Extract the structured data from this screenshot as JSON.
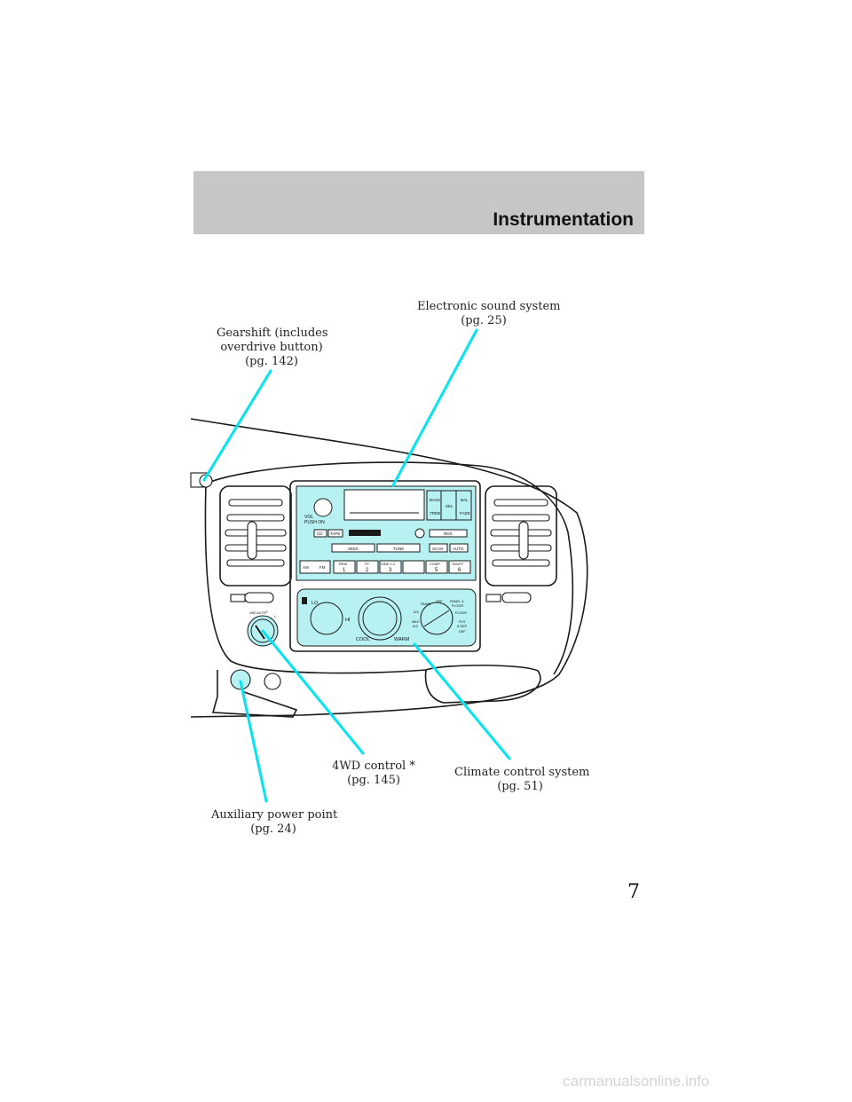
{
  "header": {
    "title": "Instrumentation"
  },
  "callouts": {
    "gearshift": [
      "Gearshift (includes",
      "overdrive button)",
      "(pg. 142)"
    ],
    "sound": [
      "Electronic sound system",
      "(pg. 25)"
    ],
    "fourwd": [
      "4WD control *",
      "(pg. 145)"
    ],
    "climate": [
      "Climate control system",
      "(pg. 51)"
    ],
    "auxpower": [
      "Auxiliary power point",
      "(pg. 24)"
    ]
  },
  "radio": {
    "vol": "VOL",
    "push_on": "PUSH ON",
    "bass": "BASS",
    "treb": "TREB",
    "sel": "SEL",
    "bal": "BAL",
    "fade": "FADE",
    "cd": "CD",
    "tape": "TAPE",
    "rds": "RDS",
    "seek": "SEEK",
    "tune": "TUNE",
    "scan": "SCAN",
    "auto": "AUTO",
    "am": "AM",
    "fm": "FM",
    "rew": "REW",
    "ff": "FF",
    "side": "SIDE 1-2",
    "comp": "COMP",
    "shuff": "SHUFF",
    "preset1": "1",
    "preset2": "2",
    "preset3": "3",
    "preset5": "5",
    "preset6": "6"
  },
  "climate_panel": {
    "lo": "LO",
    "hi": "HI",
    "cool": "COOL",
    "warm": "WARM",
    "panel": "PANEL",
    "off": "OFF",
    "panel_floor": "PANEL &",
    "panel_floor2": "FLOOR",
    "ac": "A/C",
    "floor": "FLOOR",
    "max": "MAX",
    "max_ac": "A/C",
    "flr": "FLR",
    "def": "& DEF",
    "def2": "DEF"
  },
  "fourwd_knob": {
    "auto": "4WD AUTO",
    "l": "L",
    "h": "H"
  },
  "page_number": "7",
  "footer": {
    "url": "carmanualsonline.info"
  },
  "colors": {
    "cyan": "#00e5f0",
    "panel_fill": "#b8f1f1",
    "header_band": "#c6c6c6"
  }
}
